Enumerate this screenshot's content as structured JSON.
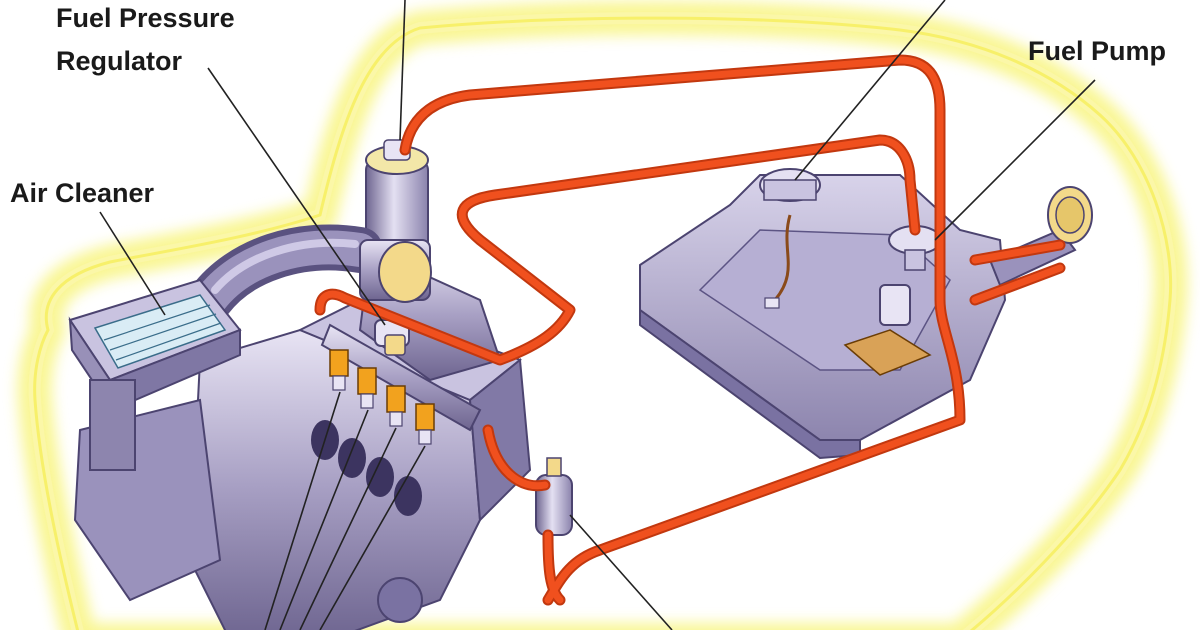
{
  "labels": {
    "fuel_pressure_regulator_line1": "Fuel Pressure",
    "fuel_pressure_regulator_line2": "Regulator",
    "air_cleaner": "Air Cleaner",
    "fuel_pump": "Fuel Pump"
  },
  "colors": {
    "fuel_line": "#f0501e",
    "fuel_line_dark": "#c2380f",
    "car_glow": "#f4ef3c",
    "car_glow_soft": "#fbf7a8",
    "component_body": "#a8a0c4",
    "component_dark": "#6e6590",
    "component_light": "#e4e0f2",
    "injector_amber": "#f2a21e",
    "throttle_yellow": "#f3d98a",
    "label_text": "#1a1a1a"
  }
}
